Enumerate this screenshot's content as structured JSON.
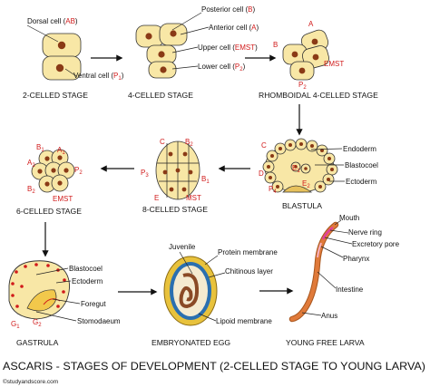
{
  "stages": {
    "s1": {
      "label": "2-CELLED STAGE",
      "dorsal": "Dorsal cell (",
      "dorsal_code": "AB",
      "dorsal_end": ")",
      "ventral": "Ventral cell (",
      "ventral_code": "P",
      "ventral_sub": "1",
      "ventral_end": ")"
    },
    "s2": {
      "label": "4-CELLED STAGE",
      "posterior": "Posterior cell (",
      "posterior_code": "B",
      "posterior_end": ")",
      "anterior": "Anterior cell (",
      "anterior_code": "A",
      "anterior_end": ")",
      "upper": "Upper cell (",
      "upper_code": "EMST",
      "upper_end": ")",
      "lower": "Lower cell (",
      "lower_code": "P",
      "lower_sub": "2",
      "lower_end": ")"
    },
    "s3": {
      "label": "RHOMBOIDAL 4-CELLED STAGE",
      "a": "A",
      "b": "B",
      "emst": "EMST",
      "p": "P",
      "p_sub": "2"
    },
    "s4": {
      "label": "BLASTULA",
      "endoderm": "Endoderm",
      "blastocoel": "Blastocoel",
      "ectoderm": "Ectoderm",
      "c": "C",
      "d": "D",
      "e": "E",
      "e_sub": "1",
      "e2": "E",
      "e2_sub": "2",
      "p": "P",
      "p_sub": "4"
    },
    "s5": {
      "label": "8-CELLED STAGE",
      "c": "C",
      "b2": "B",
      "b2_sub": "2",
      "p3": "P",
      "p3_sub": "3",
      "b1": "B",
      "b1_sub": "1",
      "e": "E",
      "mst": "MST"
    },
    "s6": {
      "label": "6-CELLED STAGE",
      "b1": "B",
      "b1_sub": "1",
      "a1": "A",
      "a1_sub": "1",
      "a2": "A",
      "a2_sub": "2",
      "p2": "P",
      "p2_sub": "2",
      "b2": "B",
      "b2_sub": "2",
      "emst": "EMST"
    },
    "s7": {
      "label": "GASTRULA",
      "blastocoel": "Blastocoel",
      "ectoderm": "Ectoderm",
      "foregut": "Foregut",
      "stomodaeum": "Stomodaeum",
      "g1": "G",
      "g1_sub": "1",
      "g2": "G",
      "g2_sub": "2"
    },
    "s8": {
      "label": "EMBRYONATED EGG",
      "juvenile": "Juvenile",
      "protein": "Protein membrane",
      "chitinous": "Chitinous layer",
      "lipoid": "Lipoid  membrane"
    },
    "s9": {
      "label": "YOUNG FREE LARVA",
      "mouth": "Mouth",
      "nerve": "Nerve ring",
      "excretory": "Excretory pore",
      "pharynx": "Pharynx",
      "intestine": "Intestine",
      "anus": "Anus"
    }
  },
  "title": "ASCARIS - STAGES OF DEVELOPMENT (2-CELLED STAGE TO YOUNG LARVA)",
  "watermark": "©studyandscore.com",
  "colors": {
    "cell_fill": "#f8e7a6",
    "nucleus": "#8a3a16",
    "red_label": "#d11a1a",
    "egg_blue": "#2a6fb0",
    "larva_body": "#e07a3a"
  }
}
